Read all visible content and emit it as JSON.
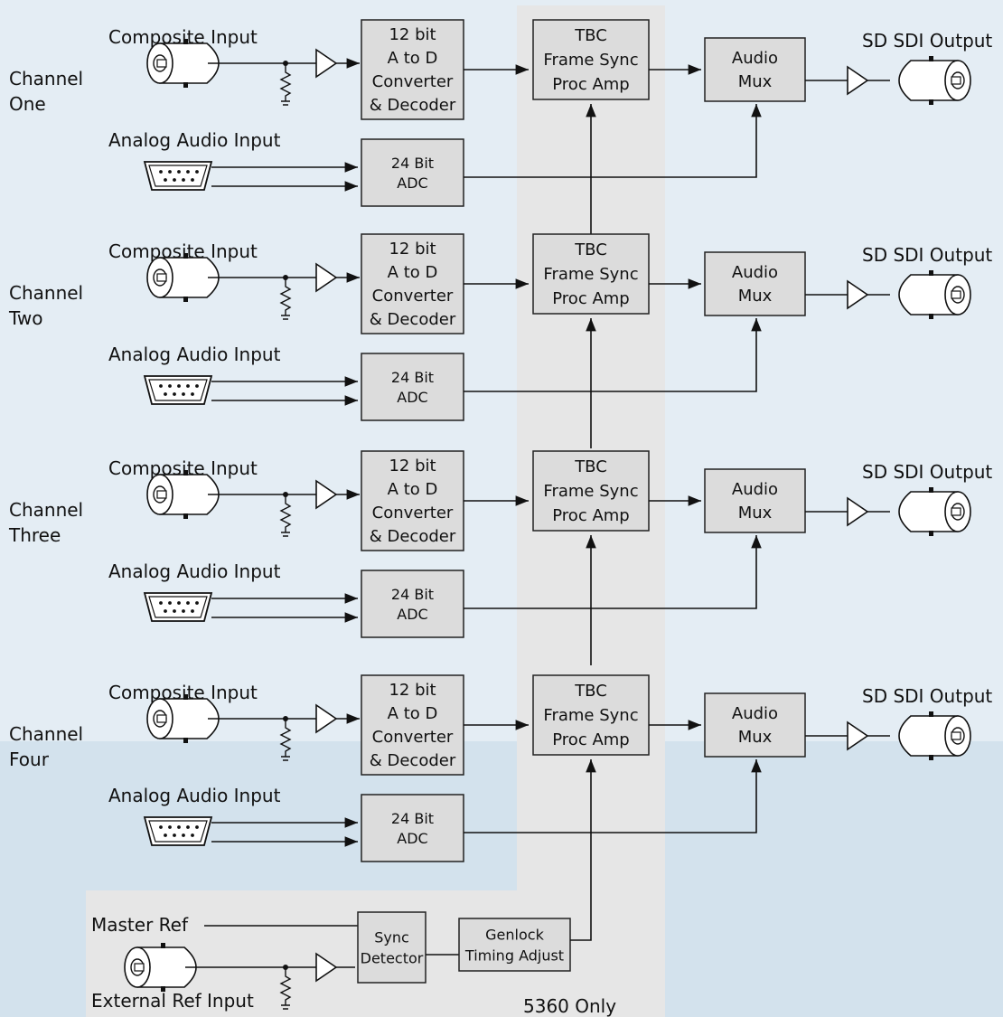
{
  "colors": {
    "background_top": "#e4edf4",
    "background_bottom": "#d3e2ed",
    "shaded_region": "#e4e4e4",
    "block_fill": "#dcdcdc",
    "line": "#111111"
  },
  "channels": [
    {
      "label_line1": "Channel",
      "label_line2": "One",
      "composite_input": "Composite Input",
      "analog_audio_input": "Analog Audio Input",
      "adc_video": [
        "12 bit",
        "A to D",
        "Converter",
        "& Decoder"
      ],
      "tbc": [
        "TBC",
        "Frame Sync",
        "Proc Amp"
      ],
      "audio_adc": [
        "24 Bit",
        "ADC"
      ],
      "audio_mux": [
        "Audio",
        "Mux"
      ],
      "output": "SD SDI Output"
    },
    {
      "label_line1": "Channel",
      "label_line2": "Two",
      "composite_input": "Composite Input",
      "analog_audio_input": "Analog Audio Input",
      "adc_video": [
        "12 bit",
        "A to D",
        "Converter",
        "& Decoder"
      ],
      "tbc": [
        "TBC",
        "Frame Sync",
        "Proc Amp"
      ],
      "audio_adc": [
        "24 Bit",
        "ADC"
      ],
      "audio_mux": [
        "Audio",
        "Mux"
      ],
      "output": "SD SDI Output"
    },
    {
      "label_line1": "Channel",
      "label_line2": "Three",
      "composite_input": "Composite Input",
      "analog_audio_input": "Analog Audio Input",
      "adc_video": [
        "12 bit",
        "A to D",
        "Converter",
        "& Decoder"
      ],
      "tbc": [
        "TBC",
        "Frame Sync",
        "Proc Amp"
      ],
      "audio_adc": [
        "24 Bit",
        "ADC"
      ],
      "audio_mux": [
        "Audio",
        "Mux"
      ],
      "output": "SD SDI Output"
    },
    {
      "label_line1": "Channel",
      "label_line2": "Four",
      "composite_input": "Composite Input",
      "analog_audio_input": "Analog Audio Input",
      "adc_video": [
        "12 bit",
        "A to D",
        "Converter",
        "& Decoder"
      ],
      "tbc": [
        "TBC",
        "Frame Sync",
        "Proc Amp"
      ],
      "audio_adc": [
        "24 Bit",
        "ADC"
      ],
      "audio_mux": [
        "Audio",
        "Mux"
      ],
      "output": "SD SDI Output"
    }
  ],
  "reference": {
    "master_ref": "Master Ref",
    "external_ref_input": "External Ref Input",
    "sync_detector": [
      "Sync",
      "Detector"
    ],
    "genlock": [
      "Genlock",
      "Timing Adjust"
    ],
    "model_note": "5360 Only"
  }
}
